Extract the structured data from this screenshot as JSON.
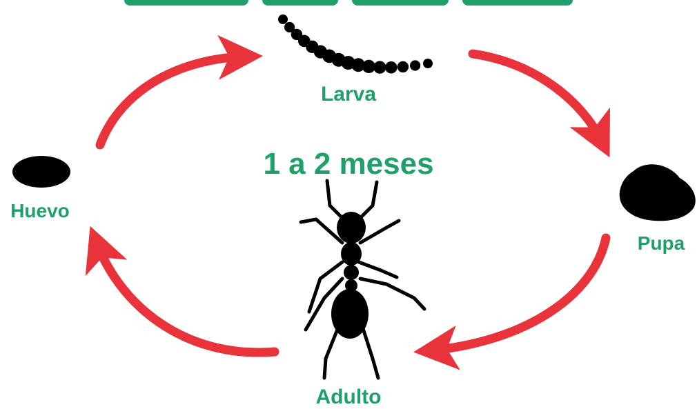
{
  "diagram": {
    "duration": "1 a 2 meses",
    "stages": [
      {
        "id": "huevo",
        "label": "Huevo"
      },
      {
        "id": "larva",
        "label": "Larva"
      },
      {
        "id": "pupa",
        "label": "Pupa"
      },
      {
        "id": "adulto",
        "label": "Adulto"
      }
    ]
  },
  "colors": {
    "label": "#1fa06a",
    "arrow": "#e8333a",
    "silhouette": "#000000"
  }
}
